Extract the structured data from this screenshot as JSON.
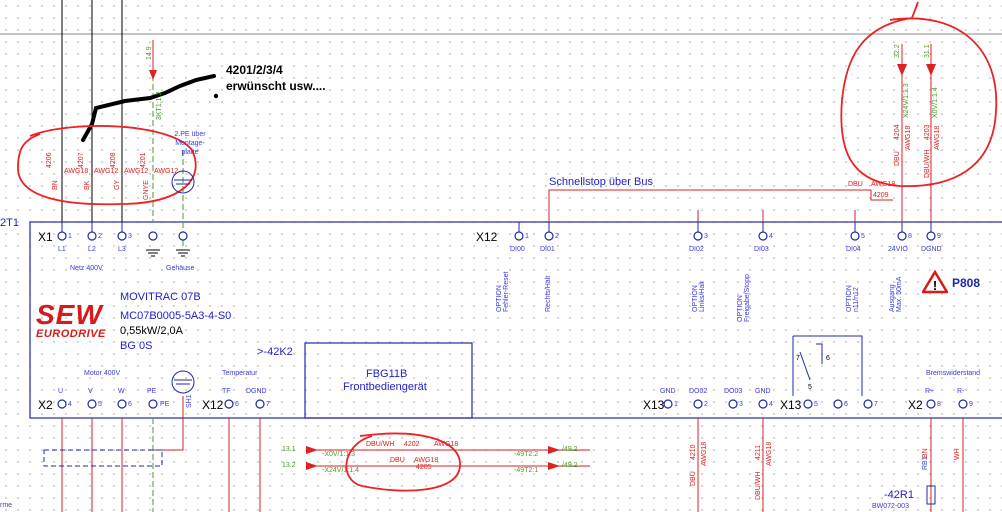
{
  "handwritten": {
    "note_line1": "4201/2/3/4",
    "note_line2": "erwünscht usw...."
  },
  "device": {
    "tag": "2T1",
    "brand_big": "SEW",
    "brand_small": "EURODRIVE",
    "model": "MOVITRAC 07B",
    "order_code": "MC07B0005-5A3-4-S0",
    "power": "0,55kW/2,0A",
    "variant": "BG 0S",
    "ref": ">-42K2",
    "panel_name": "FBG11B",
    "panel_desc": "Frontbediengerät",
    "sh1": "SH1"
  },
  "top_terminals": {
    "x1": "X1",
    "x1_items": [
      {
        "n": "1",
        "label": "L1"
      },
      {
        "n": "2",
        "label": "L2"
      },
      {
        "n": "3",
        "label": "L3"
      },
      {
        "n": "",
        "label": ""
      }
    ],
    "netz": "Netz 400V",
    "gehaeuse": "Gehäuse",
    "x12": "X12",
    "x12_items": [
      {
        "n": "1",
        "label": "DI00",
        "desc": "OPTION\nFehler-Reset"
      },
      {
        "n": "2",
        "label": "DI01",
        "desc": "Rechts/Halt"
      },
      {
        "n": "3",
        "label": "DI02",
        "desc": "OPTION\nLinks/Halt"
      },
      {
        "n": "4",
        "label": "DI03",
        "desc": "OPTION\nFreigabe/Stopp"
      },
      {
        "n": "5",
        "label": "DI04",
        "desc": "OPTION\nn11/n12"
      },
      {
        "n": "8",
        "label": "24VIO",
        "desc": "Ausgang\nMax. 50mA"
      },
      {
        "n": "9",
        "label": "DGND",
        "desc": ""
      }
    ]
  },
  "bottom_terminals": {
    "x2": "X2",
    "motor_items": [
      {
        "n": "4",
        "label": "U"
      },
      {
        "n": "5",
        "label": "V"
      },
      {
        "n": "6",
        "label": "W"
      },
      {
        "n": "",
        "label": "PE"
      }
    ],
    "motor_label": "Motor 400V",
    "x12": "X12",
    "temp_items": [
      {
        "n": "6",
        "label": "TF"
      },
      {
        "n": "7",
        "label": "DGND"
      }
    ],
    "temp_label": "Temperatur",
    "x13": "X13",
    "x13_items": [
      {
        "n": "1",
        "label": "GND"
      },
      {
        "n": "2",
        "label": "DO02"
      },
      {
        "n": "3",
        "label": "DO03"
      },
      {
        "n": "4",
        "label": "GND"
      }
    ],
    "x13b": "X13",
    "x13b_items": [
      {
        "n": "5"
      },
      {
        "n": "6"
      },
      {
        "n": "7"
      }
    ],
    "x2b": "X2",
    "brake_items": [
      {
        "n": "8",
        "label": "R+"
      },
      {
        "n": "9",
        "label": "R-"
      }
    ],
    "brake_label": "Bremswiderstand",
    "relay": {
      "a": "7",
      "b": "6",
      "c": "5"
    }
  },
  "wires_top": {
    "w4206": "4206",
    "w4207": "4207",
    "w4208": "4208",
    "w4201": "4201",
    "bn": "BN",
    "bk": "BK",
    "gy": "GY",
    "gnye": "GNYE",
    "awg": "AWG18",
    "awg12": "AWG12",
    "pe_note": "2.PE über Montage-platte",
    "schnellstop": "Schnellstop über Bus",
    "dbu": "DBU",
    "w4209": "4209",
    "w4204": "4204",
    "w4203": "4203",
    "x24v": "X24V/1:1.3",
    "x0v": "X0V/1:1.4",
    "dbwh": "DBU/WH",
    "ref_a": "32.2",
    "ref_b": "31.1",
    "ref_c": "14.9",
    "ref_d": "3KT1:1.2"
  },
  "wires_bottom": {
    "r1": "13.1",
    "r2": "13.2",
    "x0v": "-X0V/1:1.3",
    "x24v": "-X24V/1:1.4",
    "dbwh": "DBU/WH",
    "dbu": "DBU",
    "w4202": "4202",
    "w4205": "4205",
    "t1": "-49T2:2",
    "t2": "-49T2:1",
    "s1": "/49.2",
    "s2": "/49.2",
    "w4210": "4210",
    "w4211": "4211",
    "rb1": "RB1",
    "bn": "BN",
    "wh": "WH",
    "r42": "-42R1",
    "bw": "BW072-003",
    "rme": "rme"
  },
  "warning": {
    "label": "P808"
  }
}
